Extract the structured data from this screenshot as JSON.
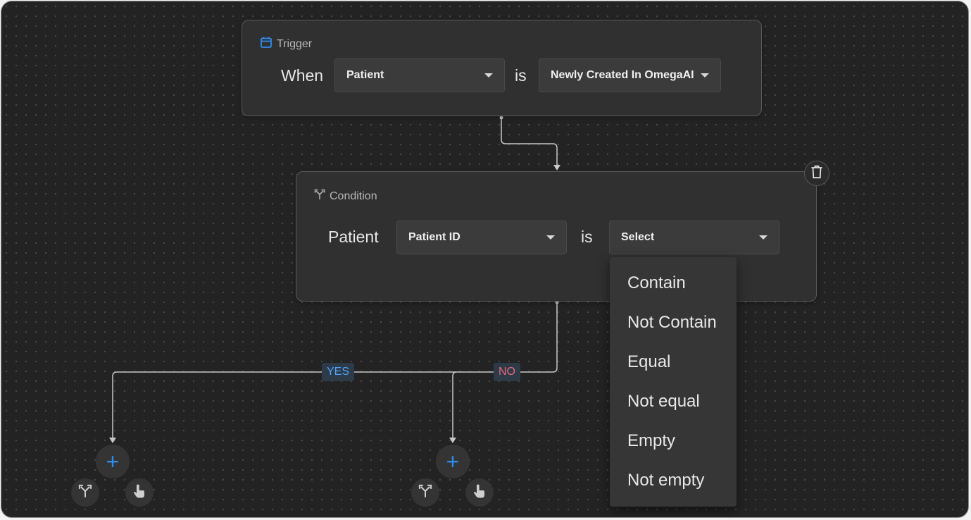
{
  "trigger": {
    "title": "Trigger",
    "when_label": "When",
    "entity_value": "Patient",
    "is_label": "is",
    "event_value": "Newly Created In OmegaAI",
    "icon": "calendar-icon"
  },
  "condition": {
    "title": "Condition",
    "entity_label": "Patient",
    "field_value": "Patient ID",
    "is_label": "is",
    "operator_value": "Select",
    "icon": "branch-icon"
  },
  "operator_menu": {
    "options": [
      "Contain",
      "Not Contain",
      "Equal",
      "Not equal",
      "Empty",
      "Not empty"
    ]
  },
  "branches": {
    "yes_label": "YES",
    "no_label": "NO"
  },
  "colors": {
    "accent": "#2d8cf0",
    "yes": "#4da3ff",
    "no": "#e86a7a",
    "canvas": "#232323",
    "card": "#303030"
  }
}
